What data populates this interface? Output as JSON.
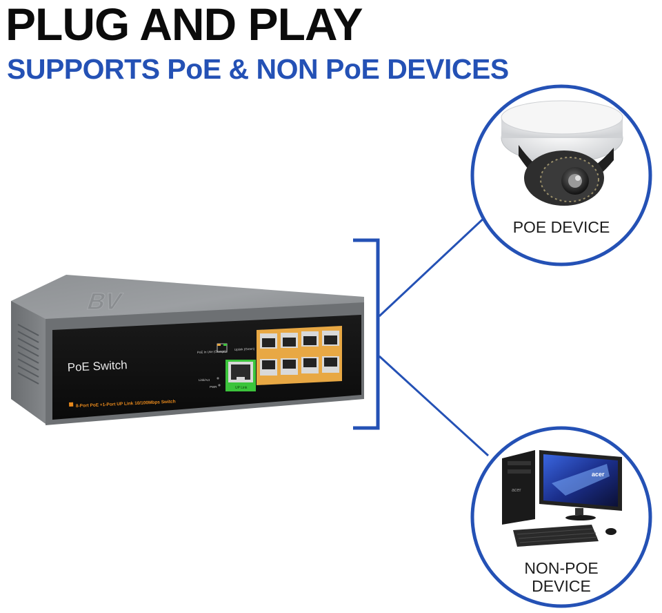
{
  "headline": "PLUG AND PLAY",
  "subheadline": "SUPPORTS PoE & NON PoE DEVICES",
  "switch": {
    "front_label": "PoE Switch",
    "footer_text": "8-Port PoE +1-Port UP Link 10/100Mbps Switch",
    "uplink_label": "UP Link",
    "logo": "BV",
    "led_labels": [
      "Link/Act",
      "PWR"
    ],
    "legend_left": "PoE In Use (Orange)",
    "legend_right": "Uplink (Green)"
  },
  "devices": {
    "poe": {
      "label": "POE DEVICE"
    },
    "nonpoe": {
      "label_line1": "NON-POE",
      "label_line2": "DEVICE"
    }
  },
  "monitor_brand": "acer",
  "colors": {
    "accent_blue": "#2451b5",
    "uplink_green": "#3cc43c",
    "poe_orange": "#e8a844"
  }
}
